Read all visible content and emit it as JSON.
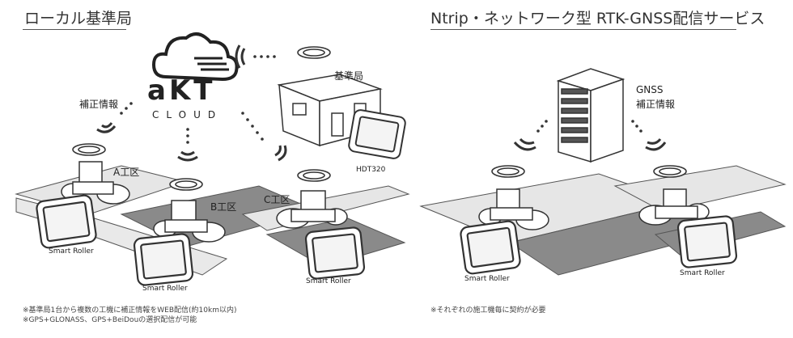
{
  "left": {
    "heading": "ローカル基準局",
    "logo": {
      "word": "aKT",
      "sub": "CLOUD"
    },
    "labels": {
      "correction": "補正情報",
      "base_station": "基準局",
      "hdt": "HDT320",
      "area_a": "A工区",
      "area_b": "B工区",
      "area_c": "C工区",
      "roller_a": "Smart Roller",
      "roller_b": "Smart Roller",
      "roller_c": "Smart Roller"
    },
    "notes": [
      "※基準局1台から複数の工機に補正情報をWEB配信(約10km以内)",
      "※GPS+GLONASS、GPS+BeiDouの選択配信が可能"
    ]
  },
  "right": {
    "heading": "Ntrip・ネットワーク型 RTK-GNSS配信サービス",
    "labels": {
      "gnss_line1": "GNSS",
      "gnss_line2": "補正情報",
      "roller_left": "Smart Roller",
      "roller_right": "Smart Roller"
    },
    "notes": [
      "※それぞれの施工機毎に契約が必要"
    ]
  },
  "colors": {
    "road": "#e6e6e6",
    "road_dark": "#888888",
    "line": "#333333"
  }
}
